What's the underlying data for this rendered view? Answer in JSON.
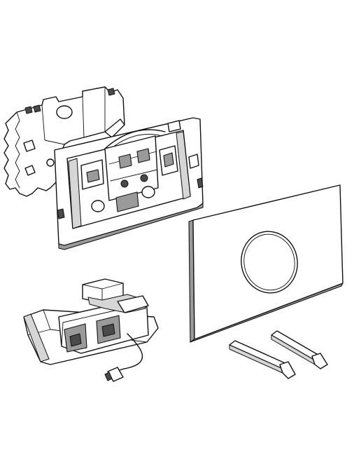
{
  "diagram": {
    "type": "exploded-parts-illustration",
    "colors": {
      "line": "#111111",
      "background": "#ffffff",
      "shade_dark": "#4a4a4a",
      "shade_mid": "#9a9a9a",
      "shade_light": "#d6d6d6"
    },
    "parts": [
      {
        "name": "mounting-bracket",
        "icon": "mounting-bracket-icon"
      },
      {
        "name": "actuator-frame",
        "icon": "actuator-frame-icon"
      },
      {
        "name": "cover-plate",
        "icon": "cover-plate-icon"
      },
      {
        "name": "electronic-module",
        "icon": "electronic-module-icon"
      },
      {
        "name": "fixing-pins",
        "icon": "fixing-pin-icon",
        "count": 2
      }
    ]
  }
}
